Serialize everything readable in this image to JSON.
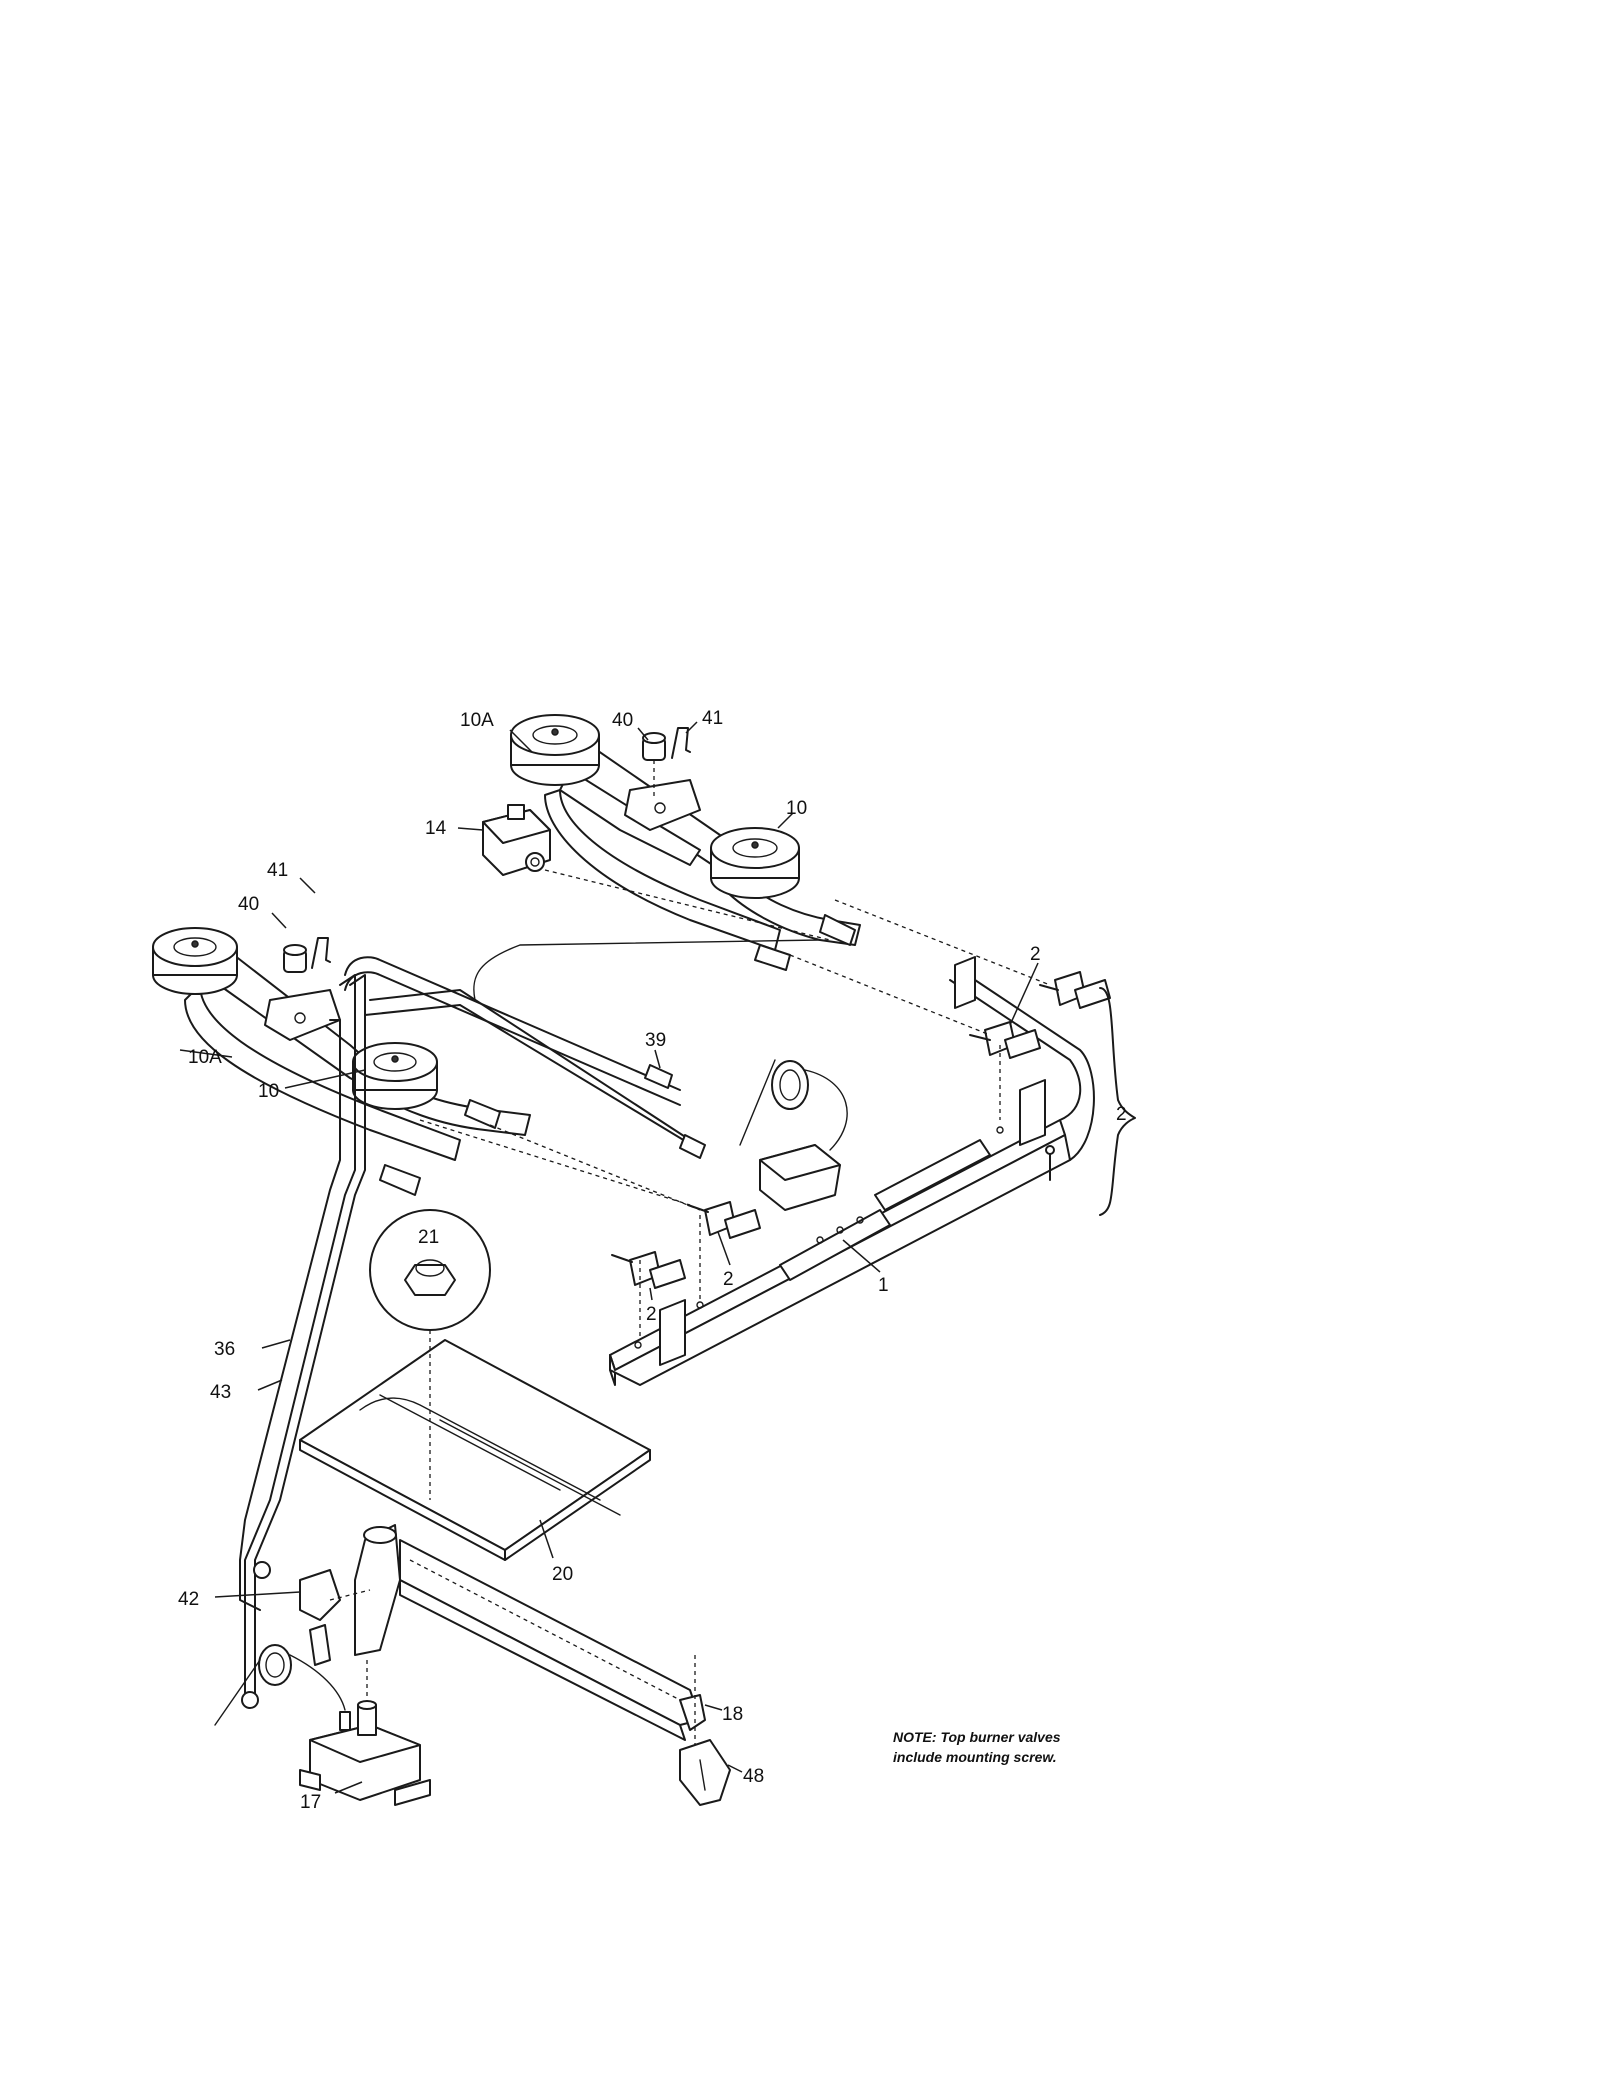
{
  "callouts": {
    "c10A_top": "10A",
    "c40_top": "40",
    "c41_top": "41",
    "c10_top": "10",
    "c14": "14",
    "c41_left": "41",
    "c40_left": "40",
    "c10A_left": "10A",
    "c10_left": "10",
    "c39": "39",
    "c2_a": "2",
    "c2_bracket": "2",
    "c2_b": "2",
    "c2_c": "2",
    "c1": "1",
    "c21": "21",
    "c36": "36",
    "c43": "43",
    "c20": "20",
    "c42": "42",
    "c18": "18",
    "c48": "48",
    "c17": "17"
  },
  "note": {
    "line1": "NOTE: Top burner valves",
    "line2": "include mounting screw."
  }
}
